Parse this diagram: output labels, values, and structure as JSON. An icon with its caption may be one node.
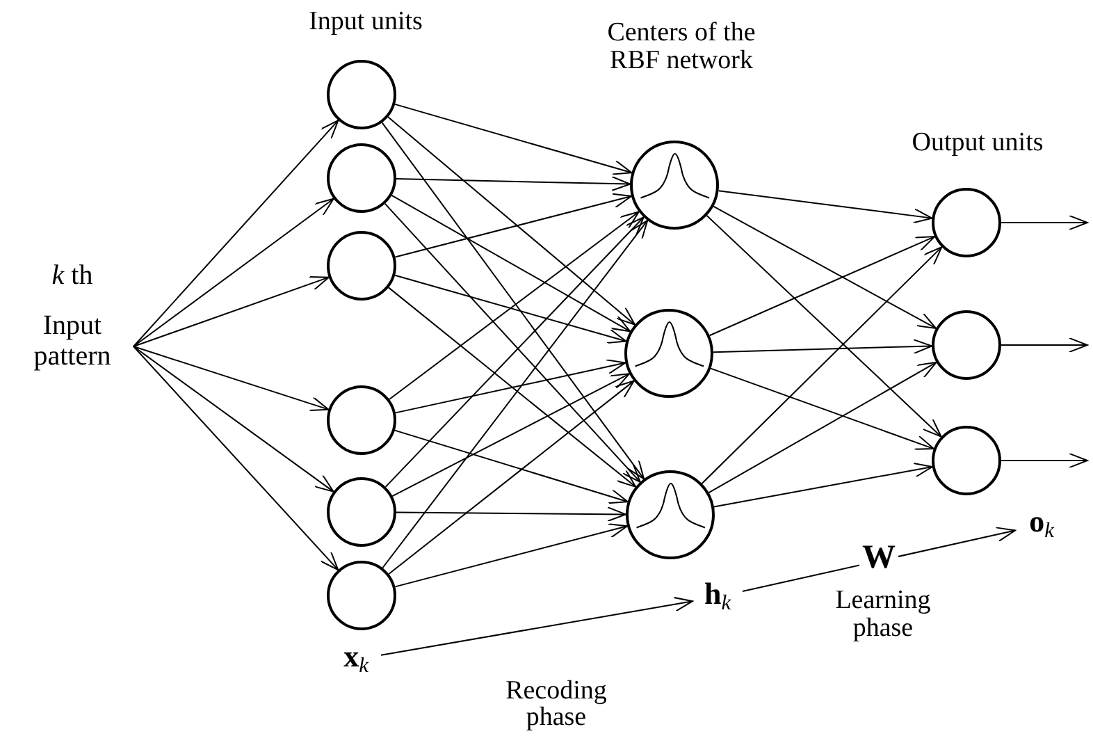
{
  "diagram": {
    "nodes": [
      {
        "text": [
          "*k* th",
          "Input pattern"
        ]
      },
      {
        "text": [],
        "shape": "circle"
      },
      {
        "text": [],
        "shape": "circle"
      },
      {
        "text": [],
        "shape": "circle"
      },
      {
        "text": [],
        "shape": "circle"
      },
      {
        "text": [],
        "shape": "circle"
      },
      {
        "text": [],
        "shape": "circle"
      },
      {
        "text": [],
        "shape": "circle"
      },
      {
        "text": [],
        "shape": "circle"
      },
      {
        "text": [],
        "shape": "circle"
      },
      {
        "text": [],
        "shape": "circle"
      },
      {
        "text": [],
        "shape": "circle"
      },
      {
        "text": [],
        "shape": "circle"
      },
      {
        "text": [
          "**x**$_{k}$"
        ]
      },
      {
        "text": [
          "**h**$_{k}$"
        ]
      },
      {
        "text": [
          "**o**$_{k}$"
        ]
      }
    ],
    "edges": [
      {
        "from": 0,
        "to": 1,
        "arrow": "to"
      },
      {
        "from": 0,
        "to": 2,
        "arrow": "to"
      },
      {
        "from": 0,
        "to": 3,
        "arrow": "to"
      },
      {
        "from": 0,
        "to": 4,
        "arrow": "to"
      },
      {
        "from": 0,
        "to": 5,
        "arrow": "to"
      },
      {
        "from": 0,
        "to": 6,
        "arrow": "to"
      },
      {
        "from": 1,
        "to": 7,
        "arrow": "to"
      },
      {
        "from": 1,
        "to": 8,
        "arrow": "to"
      },
      {
        "from": 1,
        "to": 9,
        "arrow": "to"
      },
      {
        "from": 2,
        "to": 7,
        "arrow": "to"
      },
      {
        "from": 2,
        "to": 8,
        "arrow": "to"
      },
      {
        "from": 2,
        "to": 9,
        "arrow": "to"
      },
      {
        "from": 3,
        "to": 7,
        "arrow": "to"
      },
      {
        "from": 3,
        "to": 8,
        "arrow": "to"
      },
      {
        "from": 3,
        "to": 9,
        "arrow": "to"
      },
      {
        "from": 4,
        "to": 7,
        "arrow": "to"
      },
      {
        "from": 4,
        "to": 8,
        "arrow": "to"
      },
      {
        "from": 4,
        "to": 9,
        "arrow": "to"
      },
      {
        "from": 5,
        "to": 7,
        "arrow": "to"
      },
      {
        "from": 5,
        "to": 8,
        "arrow": "to"
      },
      {
        "from": 5,
        "to": 9,
        "arrow": "to"
      },
      {
        "from": 6,
        "to": 7,
        "arrow": "to"
      },
      {
        "from": 6,
        "to": 8,
        "arrow": "to"
      },
      {
        "from": 6,
        "to": 9,
        "arrow": "to"
      },
      {
        "from": 7,
        "to": 10,
        "arrow": "to"
      },
      {
        "from": 7,
        "to": 11,
        "arrow": "to"
      },
      {
        "from": 7,
        "to": 12,
        "arrow": "to"
      },
      {
        "from": 8,
        "to": 10,
        "arrow": "to"
      },
      {
        "from": 8,
        "to": 11,
        "arrow": "to"
      },
      {
        "from": 8,
        "to": 12,
        "arrow": "to"
      },
      {
        "from": 9,
        "to": 10,
        "arrow": "to"
      },
      {
        "from": 9,
        "to": 11,
        "arrow": "to"
      },
      {
        "from": 9,
        "to": 12,
        "arrow": "to"
      },
      {
        "from": 10,
        "to": null,
        "arrow": "to"
      },
      {
        "from": 11,
        "to": null,
        "arrow": "to"
      },
      {
        "from": 12,
        "to": null,
        "arrow": "to"
      },
      {
        "from": 13,
        "to": 14,
        "arrow": "to",
        "label": "Recoding phase"
      },
      {
        "from": 14,
        "to": 15,
        "arrow": "to",
        "label": "W"
      }
    ],
    "labels": [
      "Input units",
      "Centers of the RBF network",
      "Output units",
      "Learning phase"
    ]
  }
}
